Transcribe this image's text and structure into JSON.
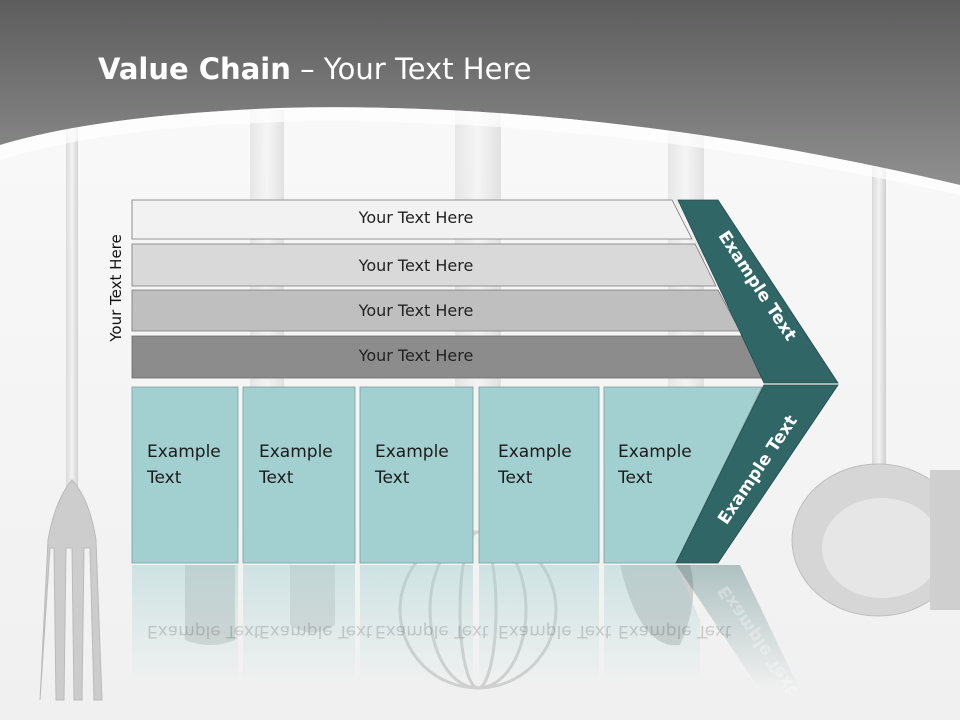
{
  "slide": {
    "title_bold": "Value Chain",
    "title_rest": " – Your Text Here",
    "side_label": "Your Text Here"
  },
  "bars": [
    {
      "label": "Your Text Here",
      "color": "#f2f2f2"
    },
    {
      "label": "Your Text Here",
      "color": "#d9d9d9"
    },
    {
      "label": "Your Text Here",
      "color": "#bfbfbf"
    },
    {
      "label": "Your Text Here",
      "color": "#8c8c8c"
    }
  ],
  "boxes": [
    {
      "line1": "Example",
      "line2": "Text"
    },
    {
      "line1": "Example",
      "line2": "Text"
    },
    {
      "line1": "Example",
      "line2": "Text"
    },
    {
      "line1": "Example",
      "line2": "Text"
    },
    {
      "line1": "Example",
      "line2": "Text"
    }
  ],
  "arrows": {
    "upper": "Example Text",
    "lower": "Example Text"
  },
  "colors": {
    "header": "#8a8b8a",
    "box_fill": "#a2cfcf",
    "arrow_fill": "#306666"
  }
}
